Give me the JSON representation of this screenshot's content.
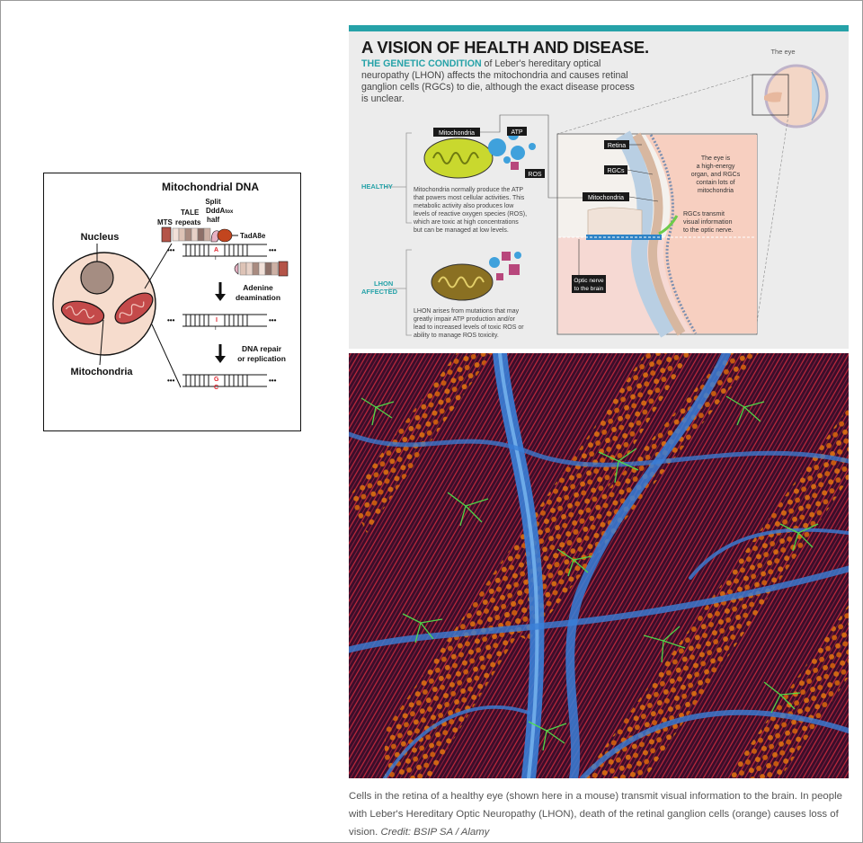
{
  "left_figure": {
    "title": "Mitochondrial DNA",
    "nucleus_label": "Nucleus",
    "mitochondria_label": "Mitochondria",
    "mts_label": "MTS",
    "tale_label": "TALE",
    "repeats_label": "repeats",
    "split_label": "Split",
    "ddda_label": "DddA",
    "ddda_sub": "tox",
    "half_label": "half",
    "tada_label": "TadA8e",
    "step1_label_a": "Adenine",
    "step1_label_b": "deamination",
    "step2_label_a": "DNA repair",
    "step2_label_b": "or replication",
    "ellipsis": "•••",
    "base_a": "A",
    "base_t": "T",
    "base_i": "I",
    "base_g": "G",
    "base_c": "C"
  },
  "infographic": {
    "title": "A VISION OF HEALTH AND DISEASE.",
    "intro_keyword": "THE GENETIC CONDITION",
    "intro_text": " of Leber's hereditary optical neuropathy (LHON) affects the mitochondria and causes retinal ganglion cells (RGCs) to die, although the exact disease process is unclear.",
    "eye_label": "The eye",
    "healthy_label": "HEALTHY",
    "lhon_label_a": "LHON",
    "lhon_label_b": "AFFECTED",
    "tag_mitochondria": "Mitochondria",
    "tag_atp": "ATP",
    "tag_ros": "ROS",
    "tag_retina": "Retina",
    "tag_rgcs": "RGCs",
    "tag_mito2": "Mitochondria",
    "tag_optic_a": "Optic nerve",
    "tag_optic_b": "to the brain",
    "healthy_text": [
      "Mitochondria normally produce the ATP",
      "that powers most cellular activities. This",
      "metabolic activity also produces low",
      "levels of reactive oxygen species (ROS),",
      "which are toxic at high concentrations",
      "but can be managed at low levels."
    ],
    "lhon_text": [
      "LHON arises from mutations that may",
      "greatly impair ATP production and/or",
      "lead to increased levels of toxic ROS or",
      "ability to manage ROS toxicity."
    ],
    "energy_text": [
      "The eye is",
      "a high-energy",
      "organ, and RGCs",
      "contain lots of",
      "mitochondria"
    ],
    "rgc_text": [
      "RGCs transmit",
      "visual information",
      "to the optic nerve."
    ],
    "colors": {
      "teal": "#26a2a8",
      "healthy_bg": "#f4f1ed",
      "lhon_bg": "#f6d9d3"
    }
  },
  "caption": {
    "text": "Cells in the retina of a healthy eye (shown here in a mouse) transmit visual information to the brain. In people with Leber's Hereditary Optic Neuropathy (LHON), death of the retinal ganglion cells (orange) causes loss of vision.",
    "credit": "Credit: BSIP SA / Alamy"
  }
}
